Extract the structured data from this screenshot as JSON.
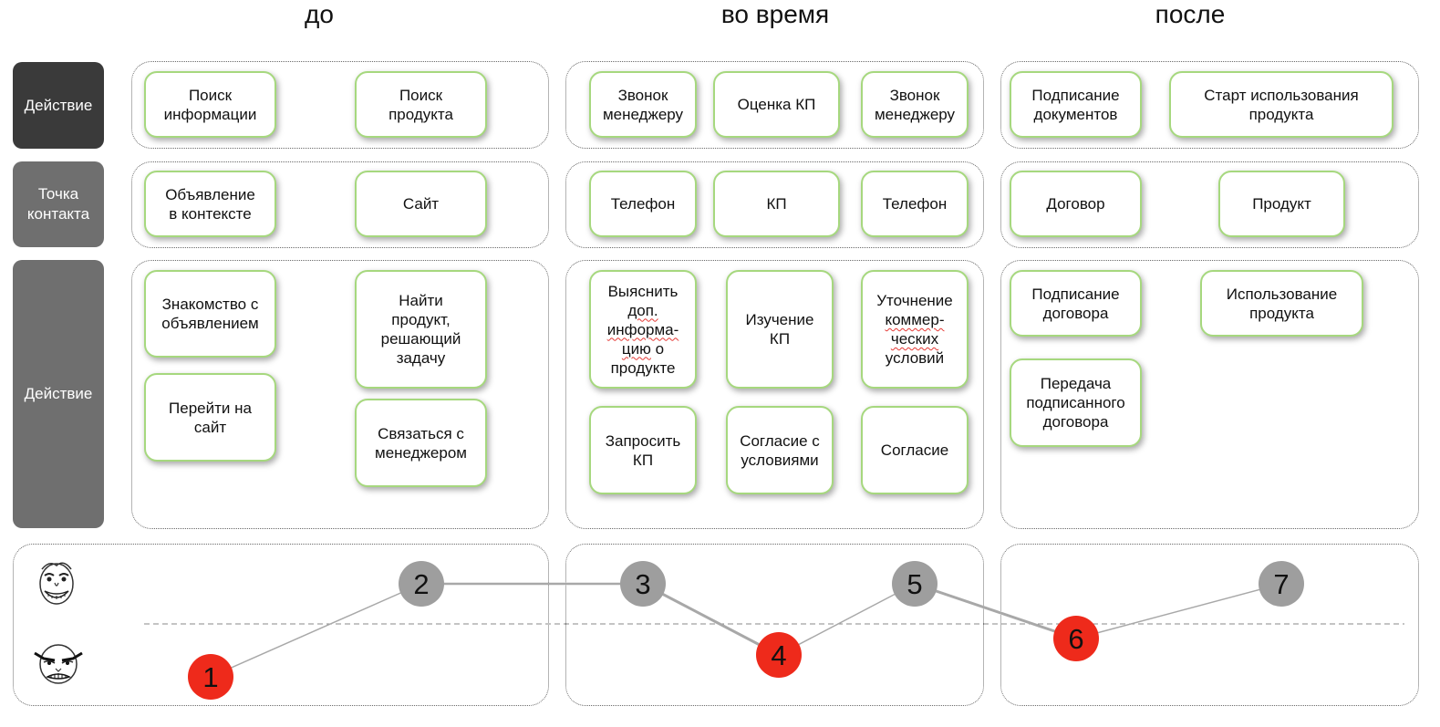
{
  "phases": [
    "до",
    "во время",
    "после"
  ],
  "row_labels": [
    "Действие",
    "Точка\nконтакта",
    "Действие"
  ],
  "cards": {
    "row1": [
      "Поиск\nинформации",
      "Поиск\nпродукта",
      "Звонок\nменеджеру",
      "Оценка КП",
      "Звонок\nменеджеру",
      "Подписание\nдокументов",
      "Старт использования\nпродукта"
    ],
    "row2": [
      "Объявление\nв контексте",
      "Сайт",
      "Телефон",
      "КП",
      "Телефон",
      "Договор",
      "Продукт"
    ],
    "row3": {
      "c1": "Знакомство с\nобъявлением",
      "c2": "Найти\nпродукт,\nрешающий\nзадачу",
      "c3": "Перейти на\nсайт",
      "c4": "Связаться с\nменеджером",
      "c5_parts": [
        "Выяснить",
        "доп.",
        "информа-",
        "цию",
        " о",
        "продукте"
      ],
      "c6": "Изучение\nКП",
      "c7_parts": [
        "Уточнение",
        "коммер-",
        "ческих",
        "условий"
      ],
      "c8": "Запросить\nКП",
      "c9": "Согласие с\nусловиями",
      "c10": "Согласие",
      "c11": "Подписание\nдоговора",
      "c12": "Использование\nпродукта",
      "c13": "Передача\nподписанного\nдоговора"
    }
  },
  "chart_data": {
    "type": "line",
    "title": "",
    "xlabel": "",
    "ylabel": "",
    "legend": "none",
    "grid": false,
    "neutral_line": true,
    "points": [
      {
        "label": "1",
        "mood": "negative",
        "color": "#ee2a1b"
      },
      {
        "label": "2",
        "mood": "positive",
        "color": "#9e9e9e"
      },
      {
        "label": "3",
        "mood": "positive",
        "color": "#9e9e9e"
      },
      {
        "label": "4",
        "mood": "negative",
        "color": "#ee2a1b"
      },
      {
        "label": "5",
        "mood": "positive",
        "color": "#9e9e9e"
      },
      {
        "label": "6",
        "mood": "negative",
        "color": "#ee2a1b"
      },
      {
        "label": "7",
        "mood": "positive",
        "color": "#9e9e9e"
      }
    ],
    "icons": [
      "happy-face-icon",
      "angry-face-icon"
    ]
  },
  "colors": {
    "card_border": "#a6d87e",
    "label_dark": "#3a3a3a",
    "label_mid": "#6f6f6f",
    "negative": "#ee2a1b",
    "neutral": "#9e9e9e"
  }
}
